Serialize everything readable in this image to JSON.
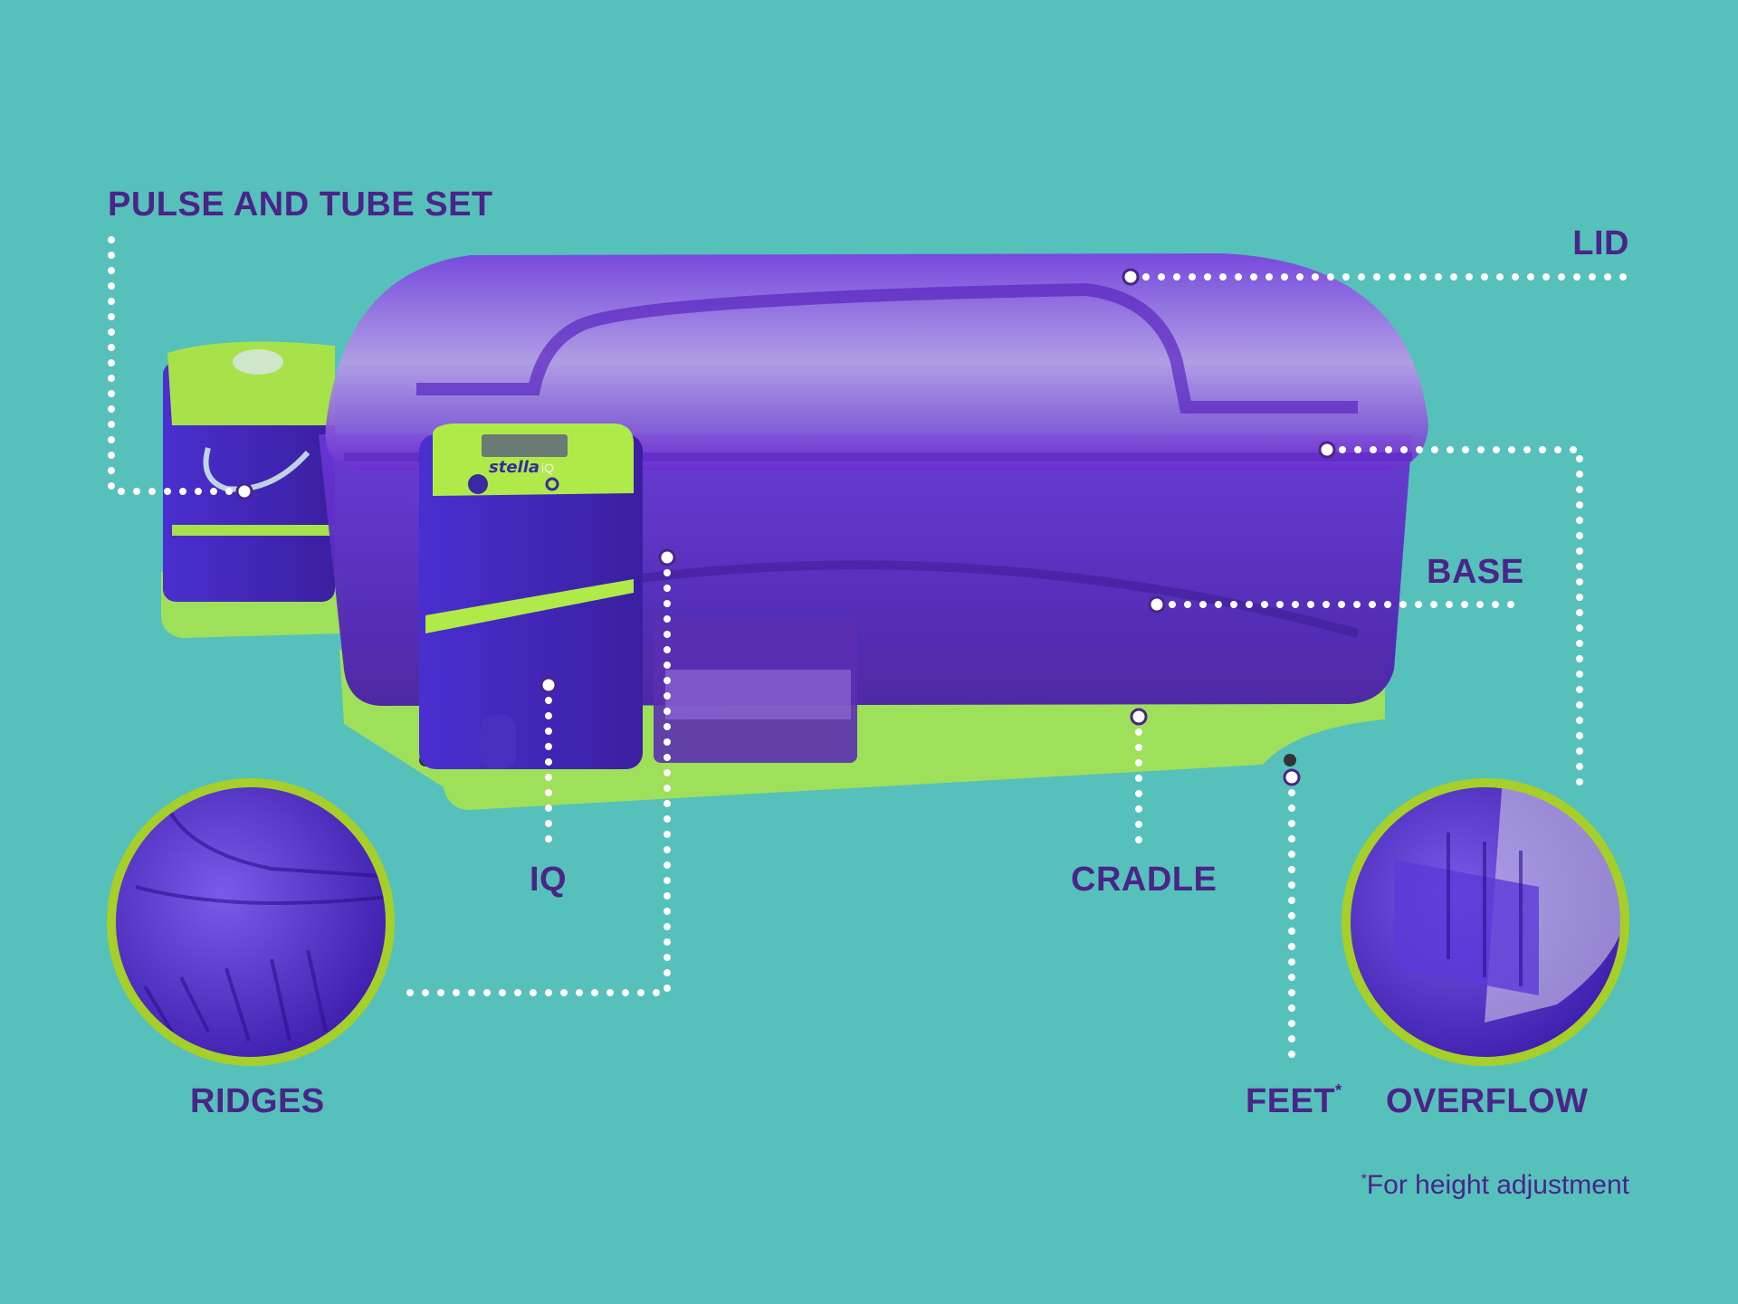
{
  "labels": {
    "pulse_and_tube_set": "PULSE AND TUBE SET",
    "lid": "LID",
    "base": "BASE",
    "iq": "IQ",
    "cradle": "CRADLE",
    "ridges": "RIDGES",
    "feet": "FEET",
    "feet_marker": "*",
    "overflow": "OVERFLOW"
  },
  "footnote": {
    "marker": "*",
    "text": "For height adjustment"
  },
  "device": {
    "brand": "stella",
    "model": "iQ"
  },
  "colors": {
    "background": "#56c0ba",
    "label_text": "#4a2488",
    "product_purple": "#5a2fc4",
    "product_green": "#9ee05a",
    "callout_ring": "#a6cf2a",
    "dotted_line": "#ffffff"
  }
}
